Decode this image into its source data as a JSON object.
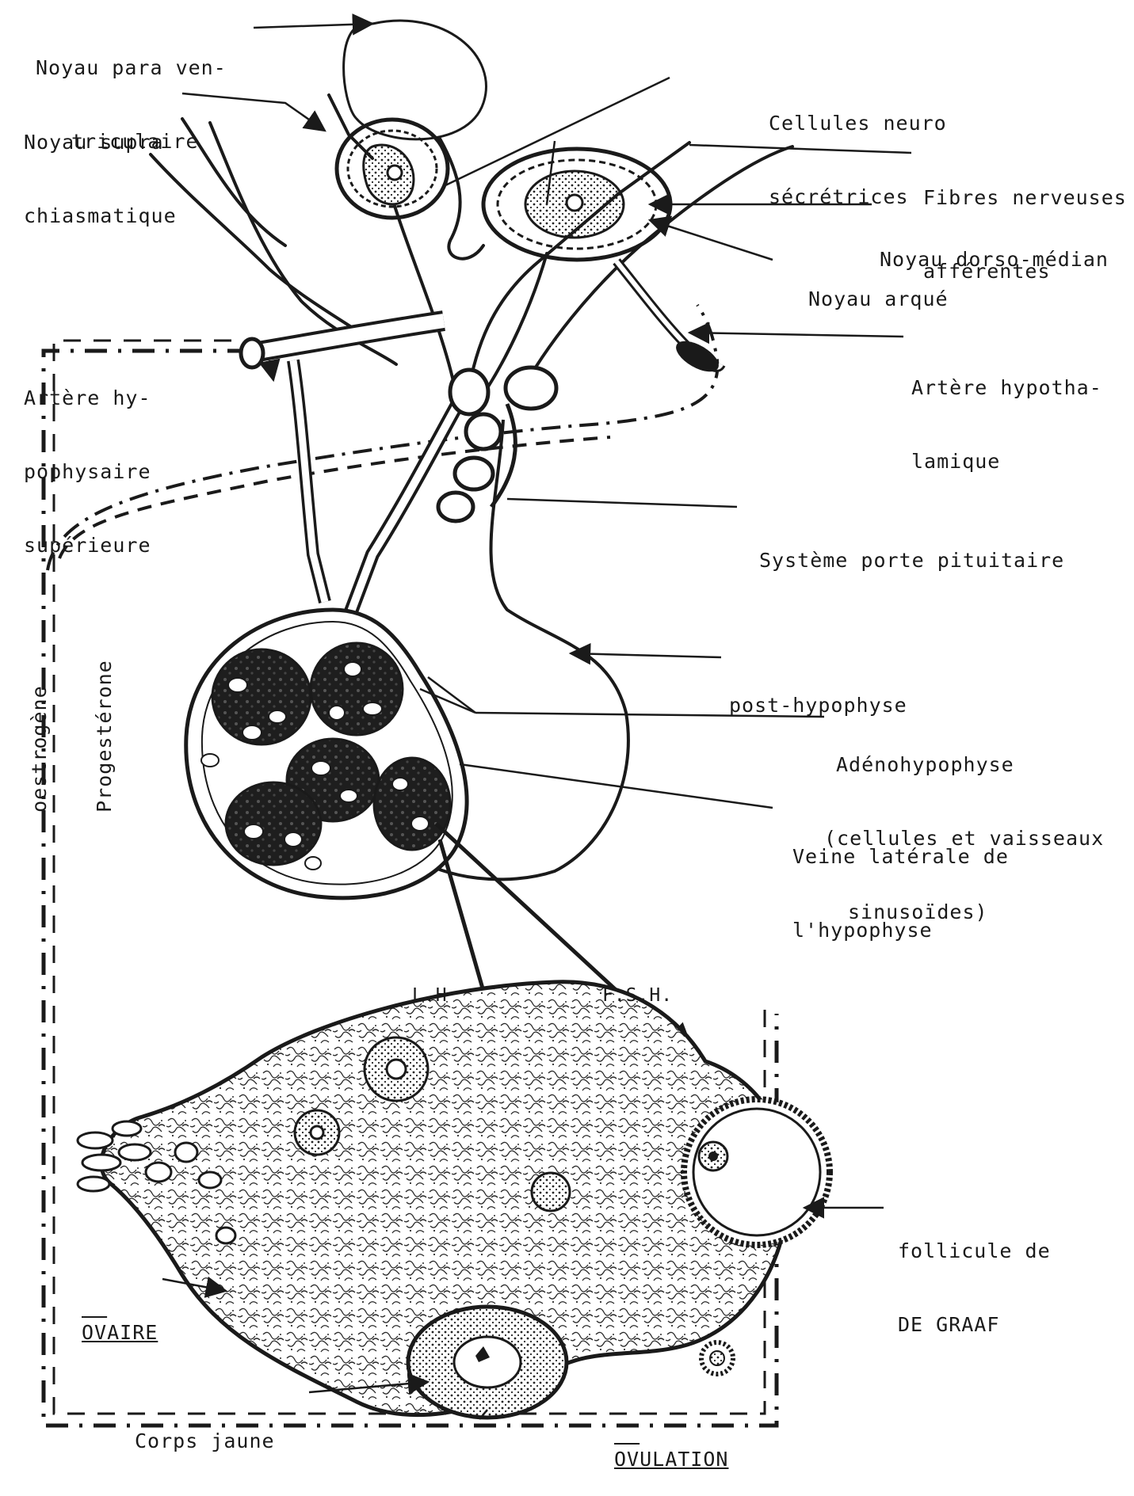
{
  "labels": {
    "paraventriculaire": [
      "Noyau para ven-",
      "triculaire"
    ],
    "suprachiasmatique": [
      "Noyau supra",
      "chiasmatique"
    ],
    "neurosecretrices": [
      "Cellules neuro",
      "sécrétrices"
    ],
    "fibres": [
      "Fibres nerveuses",
      "afférentes"
    ],
    "dorsomedian": "Noyau dorso-médian",
    "arque": "Noyau arqué",
    "artere_hypothalamique": [
      "Artère hypotha-",
      "lamique"
    ],
    "artere_hypophysaire": [
      "Artère hy-",
      "pophysaire",
      "supérieure"
    ],
    "porte": "Système porte pituitaire",
    "posthypophyse": "post-hypophyse",
    "adenohypophyse": [
      "Adénohypophyse",
      "(cellules et vaisseaux",
      "sinusoïdes)"
    ],
    "veine": [
      "Veine latérale de",
      "l'hypophyse"
    ],
    "lh": "L.H",
    "fsh": "F.S.H.",
    "follicule": [
      "follicule de",
      "DE GRAAF"
    ],
    "ovaire": "OVAIRE",
    "corps_jaune": "Corps jaune",
    "ovulation": "OVULATION",
    "oestrogene": "oestrogène",
    "progesterone": "Progestérone"
  },
  "colors": {
    "ink": "#1a1a1a",
    "stipple": "#333333",
    "paper": "#ffffff"
  }
}
